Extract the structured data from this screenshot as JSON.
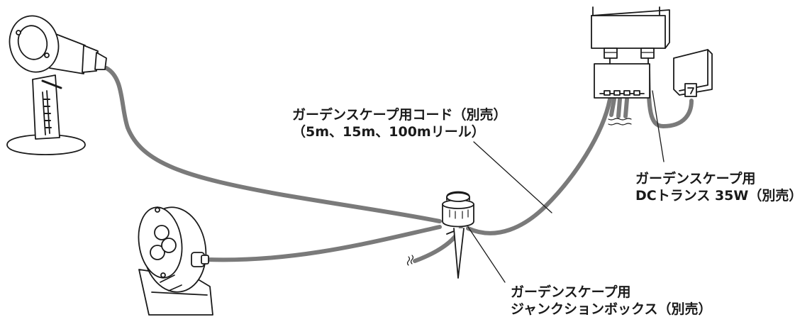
{
  "labels": {
    "cord": {
      "line1": "ガーデンスケープ用コード（別売）",
      "line2": "（5m、15m、100mリール）"
    },
    "transformer": {
      "line1": "ガーデンスケープ用",
      "line2": "DCトランス 35W（別売）"
    },
    "junction_box": {
      "line1": "ガーデンスケープ用",
      "line2": "ジャンクションボックス（別売）"
    }
  },
  "colors": {
    "line": "#1a1a1a",
    "cable": "#7a7a7a",
    "fill": "#ffffff",
    "text": "#1a1a1a"
  }
}
